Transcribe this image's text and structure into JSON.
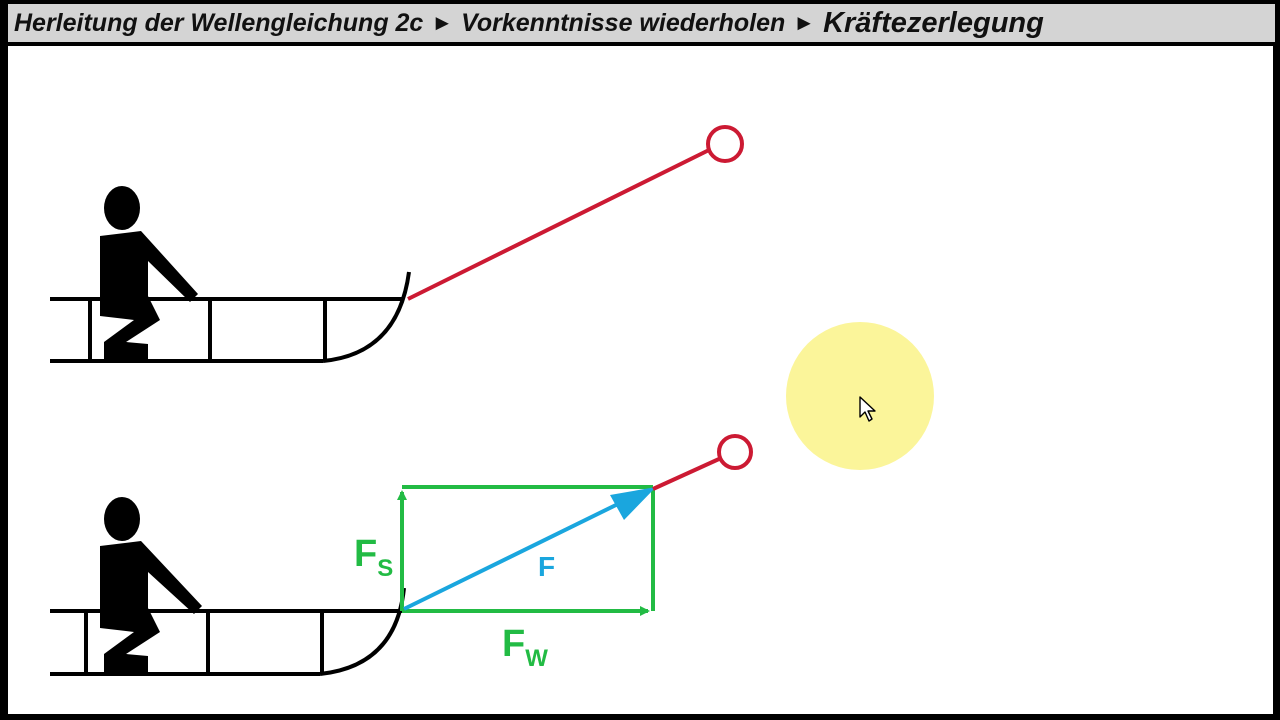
{
  "header": {
    "crumb_1": "Herleitung der Wellengleichung 2c",
    "separator_1": "►",
    "crumb_2": "Vorkenntnisse wiederholen",
    "separator_2": "►",
    "crumb_3": "Kräftezerlegung"
  },
  "diagram": {
    "label_fs_main": "F",
    "label_fs_sub": "S",
    "label_f": "F",
    "label_fw_main": "F",
    "label_fw_sub": "W"
  },
  "colors": {
    "rope": "#cc1a33",
    "component_force": "#22bb44",
    "resultant_force": "#1aa6de",
    "cursor_highlight": "#fbf59a",
    "figure": "#000000"
  },
  "icons": [
    "cursor-arrow-icon"
  ]
}
